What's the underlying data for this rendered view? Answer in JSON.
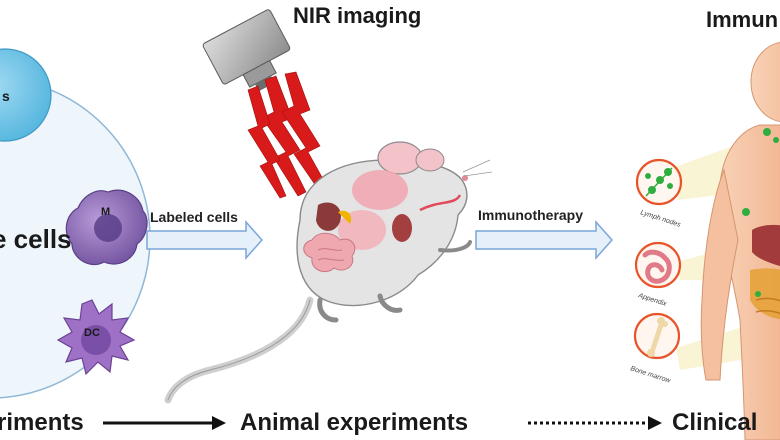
{
  "labels": {
    "nir_imaging": "NIR imaging",
    "immune_title_partial": "Immun",
    "immune_cells_partial": "e cells",
    "labeled_cells": "Labeled cells",
    "immunotherapy": "Immunotherapy"
  },
  "cells": {
    "macrophage": "M",
    "dendritic": "DC",
    "top_partial": "s"
  },
  "organs": [
    "Lymph nodes",
    "Appendix",
    "Bone marrow"
  ],
  "stages": {
    "cell_partial": "riments",
    "animal": "Animal experiments",
    "clinical_partial": "Clinical"
  },
  "colors": {
    "arrow_fill": "#e6f0fb",
    "arrow_stroke": "#7aa6d8",
    "laser": "#d91a1a",
    "macrophage": "#8a6ab8",
    "dendritic": "#8e5fb5",
    "cell_circle": "#e8f3fb",
    "organ_circle": "#e8542a"
  },
  "icons": [
    "camera-icon",
    "laser-icon",
    "mouse-icon",
    "human-body-icon"
  ]
}
